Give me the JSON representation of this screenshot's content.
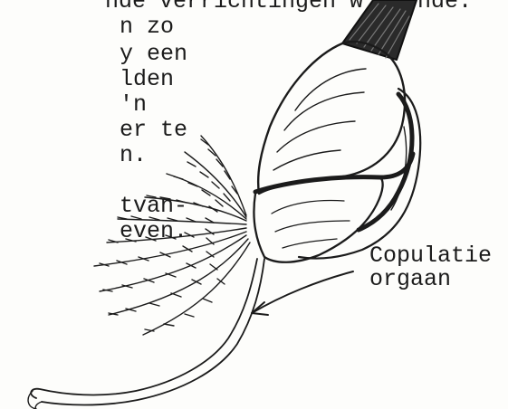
{
  "text_lines": [
    "nde verrichtingen w rocnde.",
    "n zo",
    "y een",
    "lden",
    "'n",
    "er te",
    "n.",
    "tvan-",
    "even."
  ],
  "label": {
    "line1": "Copulatie",
    "line2": "orgaan"
  },
  "illustration": {
    "subject": "goose-barnacle drawing",
    "ink_color": "#1b1b1b"
  }
}
